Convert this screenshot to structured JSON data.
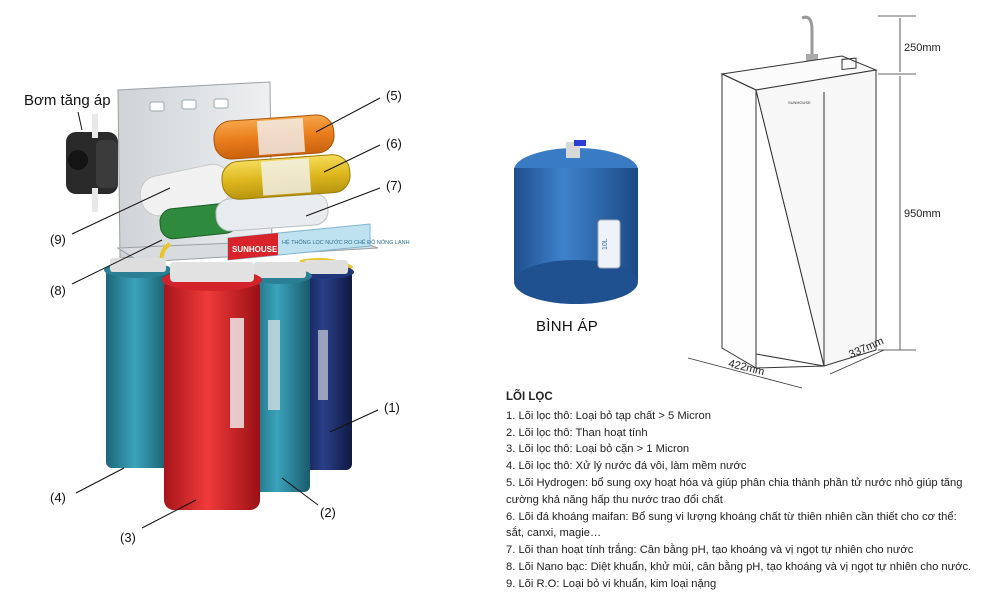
{
  "labels": {
    "pump": "Bơm tăng áp",
    "tank": "BÌNH ÁP",
    "callouts": [
      "(1)",
      "(2)",
      "(3)",
      "(4)",
      "(5)",
      "(6)",
      "(7)",
      "(8)",
      "(9)"
    ],
    "brand": "SUNHOUSE",
    "banner": "HỆ THỐNG LỌC NƯỚC RO CHẾ ĐỘ NÓNG LẠNH",
    "tank_sticker": "10L"
  },
  "dimensions": {
    "top": "250mm",
    "height": "950mm",
    "width": "422mm",
    "depth": "337mm"
  },
  "legend": {
    "title": "LÕI LỌC",
    "items": [
      "1. Lõi lọc thô: Loại bỏ tạp chất > 5 Micron",
      "2. Lõi lọc thô: Than hoạt tính",
      "3. Lõi lọc thô: Loại bỏ cặn > 1 Micron",
      "4. Lõi lọc thô: Xử lý nước đá vôi, làm mềm nước",
      "5. Lõi Hydrogen: bổ sung oxy hoạt hóa và giúp phân chia thành phần tử nước nhỏ giúp tăng cường khả năng hấp thu nước trao đổi chất",
      "6. Lõi đá khoáng maifan: Bổ sung vi lượng khoáng chất từ thiên nhiên cần thiết cho cơ thể: sắt, canxi, magie…",
      "7. Lõi than hoạt tính trắng: Cân bằng pH, tạo khoáng và vị ngọt tự nhiên cho nước",
      "8. Lõi Nano bạc: Diệt khuẩn, khử mùi, cân bằng pH, tạo khoáng và vị ngọt tự nhiên cho nước.",
      "9. Lõi R.O: Loại bỏ vi khuẩn, kim loại nặng"
    ]
  },
  "colors": {
    "filter_teal": "#2f8fa6",
    "filter_red": "#e0242a",
    "filter_navy": "#1c2f6e",
    "tank_blue": "#2f6fb8",
    "orange": "#f08a24",
    "yellow": "#e8c52a",
    "green": "#2e8b3d"
  }
}
